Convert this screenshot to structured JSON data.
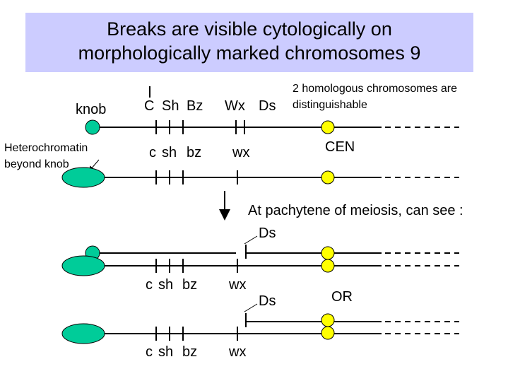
{
  "title": {
    "line1": "Breaks are visible cytologically on",
    "line2": "morphologically marked chromosomes 9"
  },
  "top": {
    "knob_label": "knob",
    "genes_upper": [
      "C",
      "Sh",
      "Bz"
    ],
    "wx_upper": "Wx",
    "ds_upper": "Ds",
    "note_line1": "2 homologous chromosomes  are",
    "note_line2": "distinguishable",
    "hetero_line1": "Heterochromatin",
    "hetero_line2": "beyond knob",
    "genes_lower": [
      "c",
      "sh",
      "bz"
    ],
    "wx_lower": "wx",
    "cen_label": "CEN"
  },
  "pachytene_label": "At pachytene of meiosis, can see :",
  "mid": {
    "ds_label": "Ds",
    "genes_lower": [
      "c",
      "sh",
      "bz"
    ],
    "wx_lower": "wx"
  },
  "or_label": "OR",
  "bottom": {
    "ds_label": "Ds",
    "genes_lower": [
      "c",
      "sh",
      "bz"
    ],
    "wx_lower": "wx"
  },
  "colors": {
    "title_bg": "#ccccff",
    "knob": "#00cc99",
    "centromere": "#ffff00"
  }
}
